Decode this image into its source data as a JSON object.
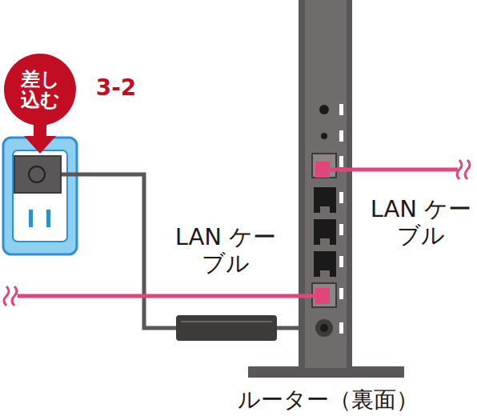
{
  "diagram": {
    "nodes": [
      {
        "text": [
          "差し 込む"
        ]
      }
    ],
    "labels": [
      "3-2",
      "LAN ケーブル",
      "LAN ケーブル",
      "ルーター（裏面）"
    ]
  }
}
